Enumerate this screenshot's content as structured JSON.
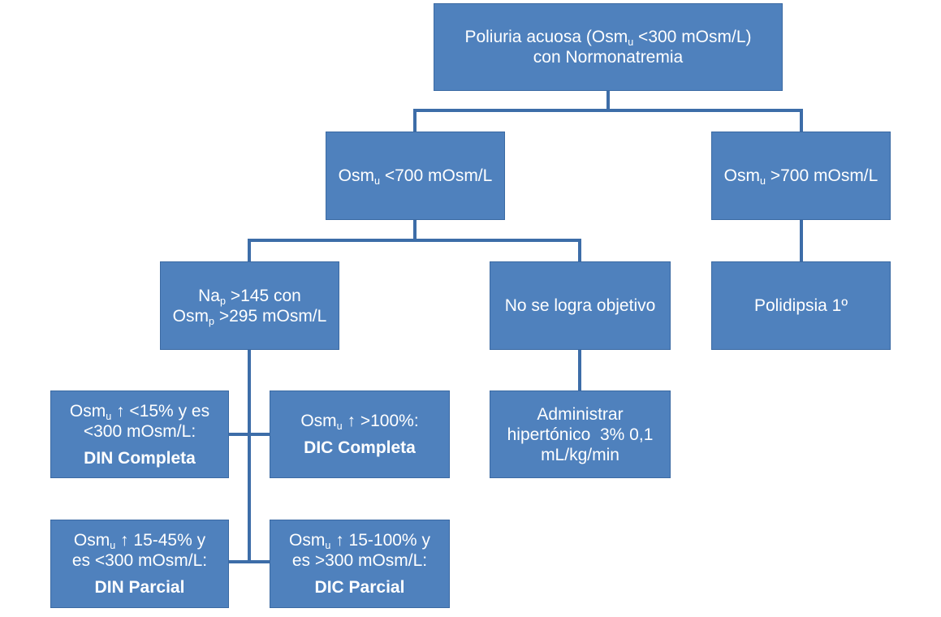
{
  "root": {
    "line1_pre": "Poliuria acuosa (Osm",
    "line1_sub": "u",
    "line1_post": " <300 mOsm/L)",
    "line2": "con Normonatremia"
  },
  "osm_low": {
    "pre": "Osm",
    "sub": "u",
    "post": " <700 mOsm/L"
  },
  "osm_high": {
    "pre": "Osm",
    "sub": "u",
    "post": " >700 mOsm/L"
  },
  "nap": {
    "line1_pre": "Na",
    "line1_sub": "p",
    "line1_post": " >145 con",
    "line2_pre": "Osm",
    "line2_sub": "p",
    "line2_post": " >295 mOsm/L"
  },
  "no_logra": {
    "text": "No se logra objetivo"
  },
  "polidipsia": {
    "text": "Polidipsia 1º"
  },
  "din_completa": {
    "line1_pre": "Osm",
    "line1_sub": "u",
    "line1_post": " ↑ <15% y es",
    "line2": "<300 mOsm/L:",
    "bold": "DIN Completa"
  },
  "dic_completa": {
    "line1_pre": "Osm",
    "line1_sub": "u",
    "line1_post": " ↑ >100%:",
    "bold": "DIC Completa"
  },
  "administrar": {
    "line1": "Administrar",
    "line2": "hipertónico  3% 0,1",
    "line3": "mL/kg/min"
  },
  "din_parcial": {
    "line1_pre": "Osm",
    "line1_sub": "u",
    "line1_post": " ↑ 15-45% y",
    "line2": "es <300 mOsm/L:",
    "bold": "DIN Parcial"
  },
  "dic_parcial": {
    "line1_pre": "Osm",
    "line1_sub": "u",
    "line1_post": " ↑ 15-100% y",
    "line2": "es >300 mOsm/L:",
    "bold": "DIC Parcial"
  },
  "colors": {
    "box_fill": "#4f81bd",
    "box_border": "#3b6aa3",
    "connector": "#3d6da8",
    "text": "#ffffff"
  }
}
